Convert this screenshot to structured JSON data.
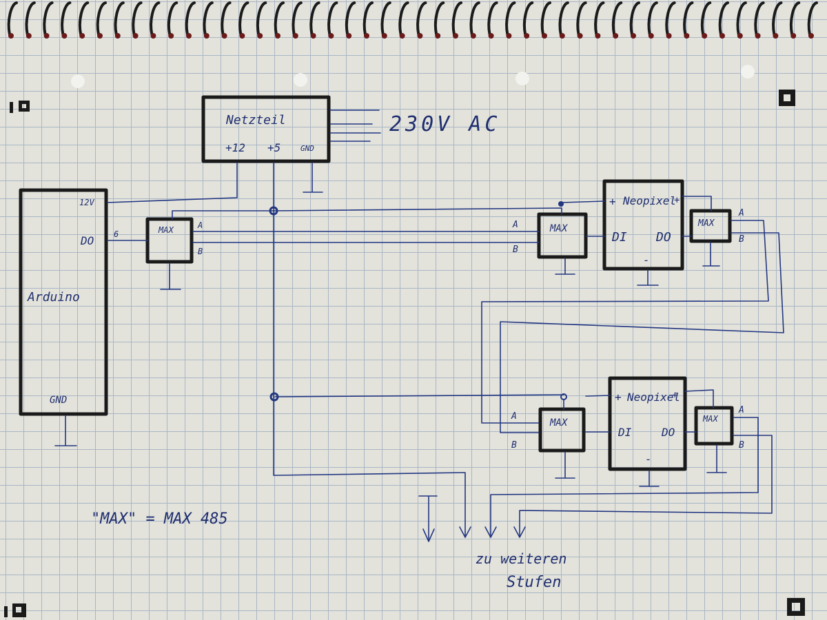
{
  "components": {
    "power_supply": {
      "title": "Netzteil",
      "pin_12": "+12",
      "pin_5": "+5",
      "pin_gnd": "GND"
    },
    "mains_label": "230V AC",
    "arduino": {
      "title": "Arduino",
      "pin_12v": "12V",
      "pin_do": "DO",
      "pin_gnd": "GND",
      "pin_6": "6"
    },
    "max_label": "MAX",
    "neopixel_1": "Neopixel",
    "neopixel_2": "Neopixel",
    "neopixel_plus": "+",
    "neopixel_minus": "-",
    "pin_di": "DI",
    "pin_do": "DO",
    "pin_a": "A",
    "pin_b": "B"
  },
  "legend": "\"MAX\" = MAX 485",
  "footer": {
    "line1": "zu weiteren",
    "line2": "Stufen"
  },
  "colors": {
    "ink": "#233680",
    "block": "#1a1a1a",
    "paper": "#e3e3dc",
    "grid": "#a9b6c4"
  }
}
